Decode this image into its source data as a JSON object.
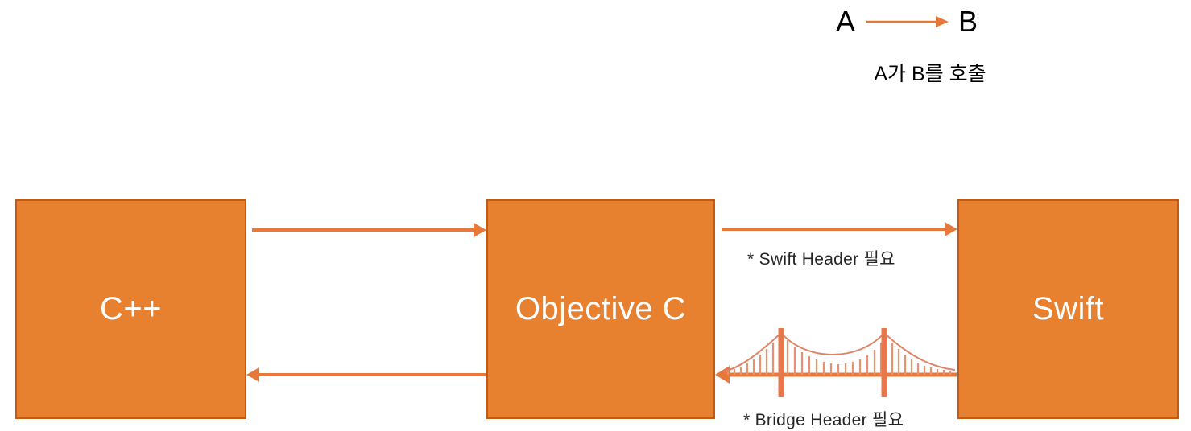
{
  "legend": {
    "node_a": "A",
    "node_b": "B",
    "arrow_icon": "arrow-right-icon",
    "caption": "A가 B를 호출"
  },
  "boxes": [
    {
      "id": "cpp",
      "label": "C++"
    },
    {
      "id": "objc",
      "label": "Objective C"
    },
    {
      "id": "swift",
      "label": "Swift"
    }
  ],
  "edges": [
    {
      "id": "cpp-to-objc",
      "from": "C++",
      "to": "Objective C",
      "direction": "right",
      "note": ""
    },
    {
      "id": "objc-to-cpp",
      "from": "Objective C",
      "to": "C++",
      "direction": "left",
      "note": ""
    },
    {
      "id": "objc-to-swift",
      "from": "Objective C",
      "to": "Swift",
      "direction": "right",
      "note": "* Swift Header 필요"
    },
    {
      "id": "swift-to-objc",
      "from": "Swift",
      "to": "Objective C",
      "direction": "left",
      "note": "* Bridge Header 필요"
    }
  ],
  "annotations": {
    "swift_header": "* Swift Header 필요",
    "bridge_header": "* Bridge Header 필요"
  },
  "illustrations": [
    {
      "id": "suspension-bridge",
      "name": "bridge-icon",
      "describes": "swift-to-objc"
    }
  ],
  "colors": {
    "box_fill": "#E8812F",
    "box_border": "#C45A11",
    "arrow": "#E8783A",
    "bridge": "#E8784A",
    "text_on_box": "#FFFFFF",
    "text_dark": "#262626",
    "background": "#FFFFFF"
  }
}
